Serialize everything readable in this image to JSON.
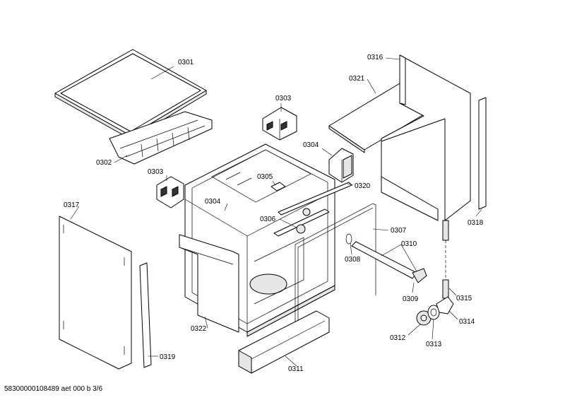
{
  "parts": {
    "p0301": "0301",
    "p0302": "0302",
    "p0303a": "0303",
    "p0303b": "0303",
    "p0304a": "0304",
    "p0304b": "0304",
    "p0305": "0305",
    "p0306": "0306",
    "p0307": "0307",
    "p0308": "0308",
    "p0309": "0309",
    "p0310": "0310",
    "p0311": "0311",
    "p0312": "0312",
    "p0313": "0313",
    "p0314": "0314",
    "p0315": "0315",
    "p0316": "0316",
    "p0317": "0317",
    "p0318": "0318",
    "p0319": "0319",
    "p0320": "0320",
    "p0321": "0321",
    "p0322": "0322"
  },
  "footer": "58300000108489 aet 000 b 3/6"
}
